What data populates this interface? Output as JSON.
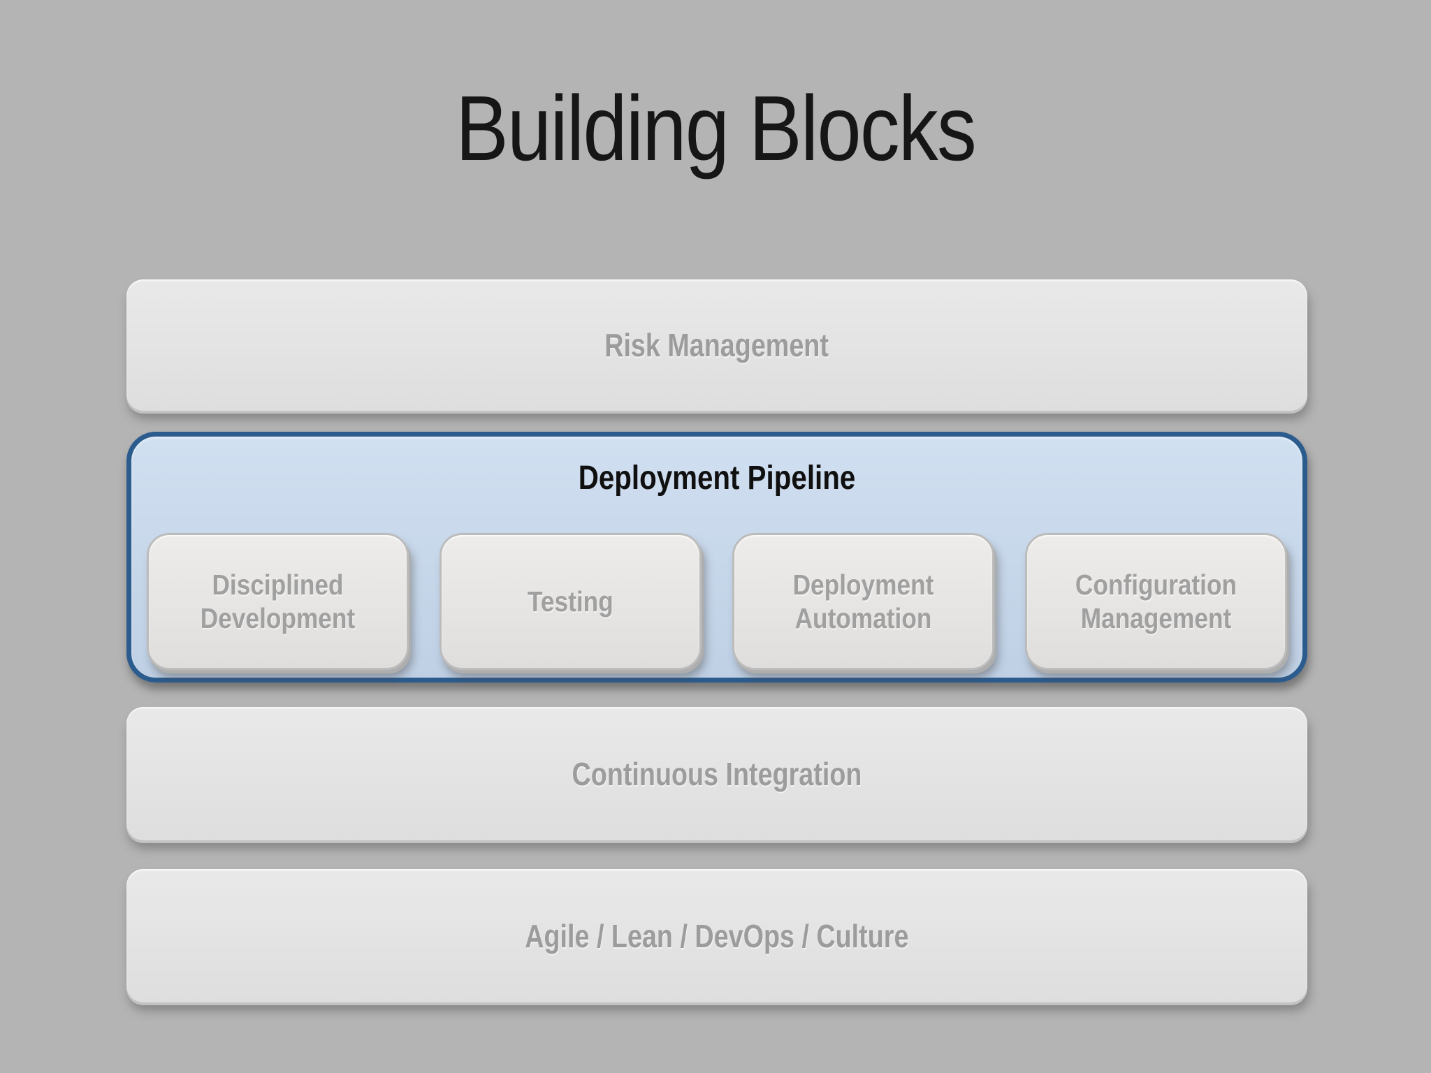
{
  "title": "Building Blocks",
  "colors": {
    "background": "#b4b4b4",
    "block_fill": "#e4e4e4",
    "block_label": "#9c9c9c",
    "pipeline_fill": "#c7d7ea",
    "pipeline_border": "#2c5c8e",
    "pipeline_title": "#101010",
    "title_text": "#161616"
  },
  "blocks": {
    "risk": {
      "label": "Risk Management"
    },
    "pipeline": {
      "label": "Deployment Pipeline",
      "children": [
        {
          "label": "Disciplined Development"
        },
        {
          "label": "Testing"
        },
        {
          "label": "Deployment Automation"
        },
        {
          "label": "Configuration Management"
        }
      ]
    },
    "ci": {
      "label": "Continuous Integration"
    },
    "culture": {
      "label": "Agile / Lean / DevOps / Culture"
    }
  }
}
